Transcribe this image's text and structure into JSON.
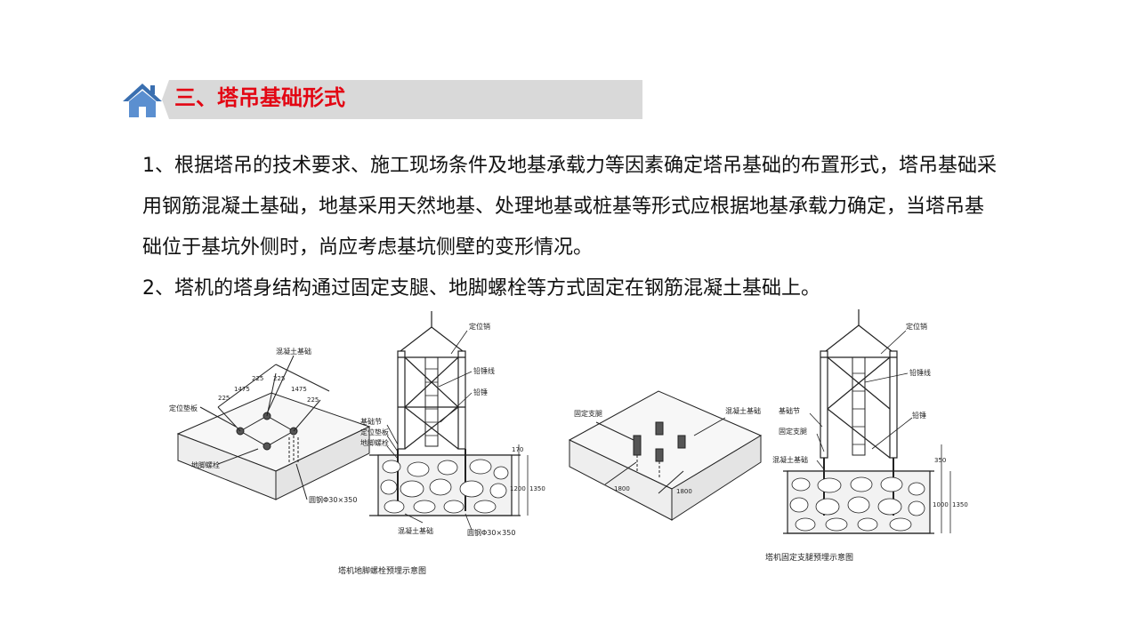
{
  "header": {
    "title": "三、塔吊基础形式",
    "icon": "home-icon",
    "title_color": "#e30613",
    "bar_color": "#d9d9d9",
    "icon_color": "#3a6fb0"
  },
  "paragraphs": [
    "1、根据塔吊的技术要求、施工现场条件及地基承载力等因素确定塔吊基础的布置形式，塔吊基础采用钢筋混凝土基础，地基采用天然地基、处理地基或桩基等形式应根据地基承载力确定，当塔吊基础位于基坑外侧时，尚应考虑基坑侧壁的变形情况。",
    "2、塔机的塔身结构通过固定支腿、地脚螺栓等方式固定在钢筋混凝土基础上。"
  ],
  "figure_left": {
    "caption": "塔机地脚螺栓预埋示意图",
    "labels": {
      "concrete_base": "混凝土基础",
      "pad": "定位垫板",
      "bolt": "地脚螺栓",
      "rod": "圆钢Φ30×350",
      "locate_pin": "定位销",
      "plumb_line": "铅锤线",
      "plumb": "铅锤",
      "base_section": "基础节",
      "pad2": "定位垫板",
      "bolt2": "地脚螺栓",
      "concrete_base2": "混凝土基础",
      "rod2": "圆钢Φ30×350"
    },
    "dims": {
      "d225a": "225",
      "d1475a": "1475",
      "d225b": "225",
      "d225c": "225",
      "d1475b": "1475",
      "d225d": "225",
      "d170": "170",
      "d1200": "1200",
      "d1350": "1350"
    }
  },
  "figure_right": {
    "caption": "塔机固定支腿预埋示意图",
    "labels": {
      "fixed_leg": "固定支腿",
      "concrete_base": "混凝土基础",
      "locate_pin": "定位销",
      "plumb_line": "铅锤线",
      "base_section": "基础节",
      "plumb": "铅锤",
      "fixed_leg2": "固定支腿",
      "concrete_base2": "混凝土基础"
    },
    "dims": {
      "d1800a": "1800",
      "d1800b": "1800",
      "d350": "350",
      "d1000": "1000",
      "d1350": "1350"
    }
  }
}
